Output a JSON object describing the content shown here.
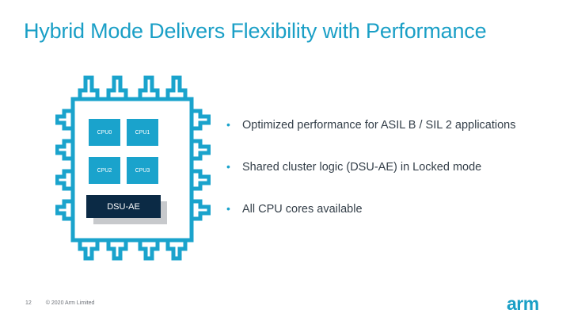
{
  "slide": {
    "title": "Hybrid Mode Delivers Flexibility with Performance",
    "bullets": [
      "Optimized performance for ASIL B / SIL 2 applications",
      "Shared cluster logic (DSU-AE) in Locked mode",
      "All CPU cores available"
    ]
  },
  "diagram": {
    "cores": [
      "CPU0",
      "CPU1",
      "CPU2",
      "CPU3"
    ],
    "dsu_label": "DSU-AE"
  },
  "footer": {
    "page_number": "12",
    "copyright": "© 2020 Arm Limited",
    "logo": "arm"
  },
  "colors": {
    "accent": "#1aa3cc",
    "dsu": "#0b2a45",
    "text": "#333e48"
  }
}
